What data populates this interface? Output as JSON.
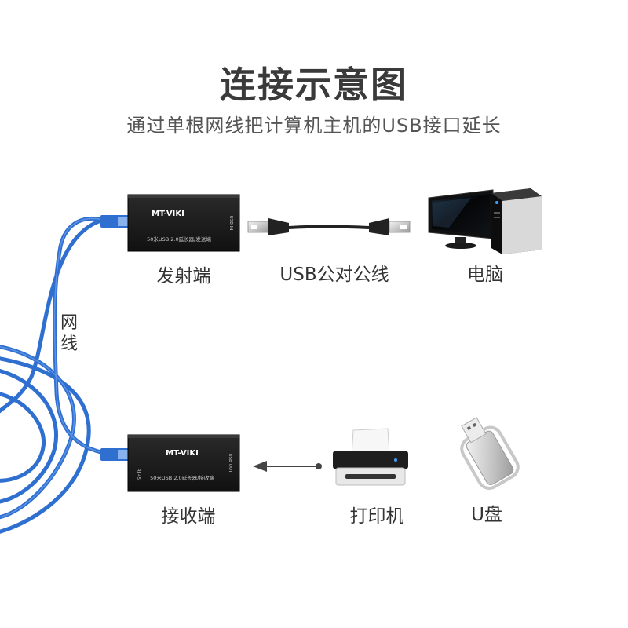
{
  "title": "连接示意图",
  "subtitle": "通过单根网线把计算机主机的USB接口延长",
  "devices": {
    "transmitter": {
      "label": "发射端",
      "brand": "MT-VIKI",
      "model_text": "50米USB 2.0延长器/发送端",
      "port_text": "USB IN"
    },
    "receiver": {
      "label": "接收端",
      "brand": "MT-VIKI",
      "model_text": "50米USB 2.0延长器/接收端",
      "port_text": "USB OUT",
      "side_text": "RJ 45"
    },
    "cable_usb": {
      "label": "USB公对公线"
    },
    "computer": {
      "label": "电脑"
    },
    "printer": {
      "label": "打印机"
    },
    "udisk": {
      "label": "U盘"
    },
    "network_cable": {
      "label_line1": "网",
      "label_line2": "线"
    }
  },
  "colors": {
    "cable_blue": "#2f6fd0",
    "box": "#1b1b1b",
    "text": "#333333"
  }
}
